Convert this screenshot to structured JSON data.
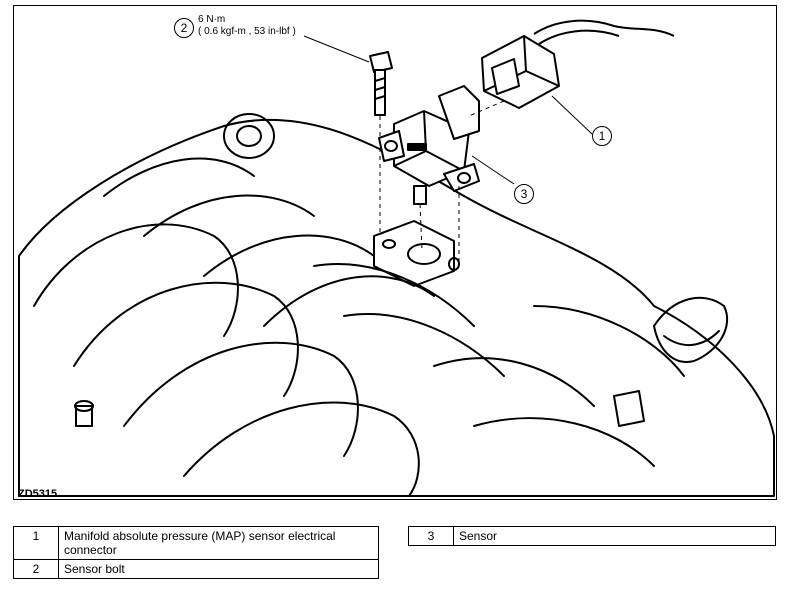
{
  "figure": {
    "id": "ZD5315",
    "torque_callout": {
      "number": "2",
      "line1": "6 N·m",
      "line2": "( 0.6 kgf-m , 53 in-lbf )"
    },
    "callouts": [
      "1",
      "3"
    ]
  },
  "legend": {
    "left": [
      {
        "num": "1",
        "desc": "Manifold absolute pressure (MAP) sensor electrical connector"
      },
      {
        "num": "2",
        "desc": "Sensor bolt"
      }
    ],
    "right": [
      {
        "num": "3",
        "desc": "Sensor"
      }
    ]
  }
}
